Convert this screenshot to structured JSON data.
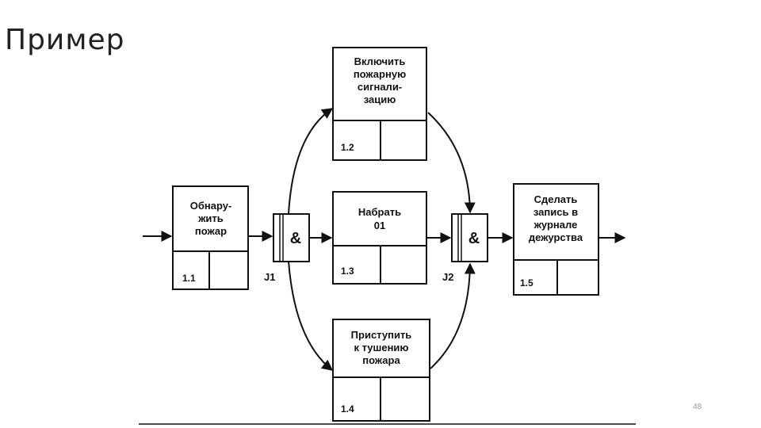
{
  "slide": {
    "title": "Пример",
    "page_number": "48"
  },
  "diagram": {
    "boxes": [
      {
        "id": "1.1",
        "lines": [
          "Обнару-",
          "жить",
          "пожар"
        ]
      },
      {
        "id": "1.2",
        "lines": [
          "Включить",
          "пожарную",
          "сигнали-",
          "зацию"
        ]
      },
      {
        "id": "1.3",
        "lines": [
          "Набрать",
          "01"
        ]
      },
      {
        "id": "1.4",
        "lines": [
          "Приступить",
          "к тушению",
          "пожара"
        ]
      },
      {
        "id": "1.5",
        "lines": [
          "Сделать",
          "запись в",
          "журнале",
          "дежурства"
        ]
      }
    ],
    "junctions": [
      {
        "label": "J1",
        "symbol": "&"
      },
      {
        "label": "J2",
        "symbol": "&"
      }
    ]
  },
  "colors": {
    "line": "#111111",
    "title": "#222222",
    "page_number": "#9a9a9a"
  }
}
